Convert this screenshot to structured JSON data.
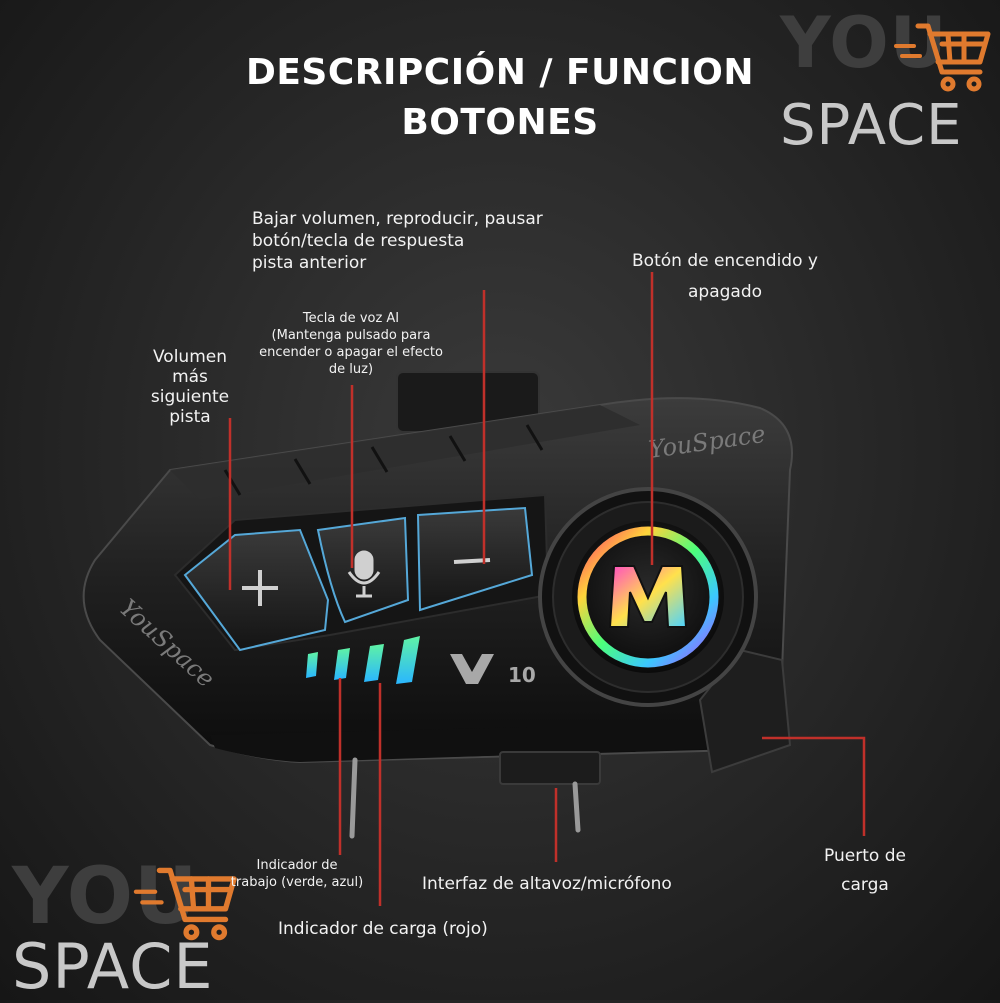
{
  "title": {
    "line1": "DESCRIPCIÓN / FUNCION",
    "line2": "BOTONES"
  },
  "brand": {
    "you": "YOU",
    "space": "SPACE",
    "device_signature": "YouSpace",
    "model_number": "10",
    "accent_color": "#e07a2e",
    "pointer_color": "#c0302a"
  },
  "callouts": {
    "volume_down": [
      "Bajar volumen, reproducir, pausar",
      "botón/tecla de respuesta",
      "pista anterior"
    ],
    "power": [
      "Botón de encendido y",
      "apagado"
    ],
    "voice_ai": [
      "Tecla de voz AI",
      "(Mantenga pulsado para",
      "encender o apagar el efecto",
      "de luz)"
    ],
    "volume_up": [
      "Volumen",
      "más",
      "siguiente",
      "pista"
    ],
    "charging_port": [
      "Puerto de",
      "carga"
    ],
    "work_indicator": [
      "Indicador de",
      "trabajo (verde, azul)"
    ],
    "speaker_mic": "Interfaz de altavoz/micrófono",
    "charge_indicator": "Indicador de carga (rojo)"
  },
  "icons": {
    "plus_button": "plus-icon",
    "mic_button": "microphone-icon",
    "minus_button": "minus-icon",
    "power_button": "m-logo-icon",
    "cart": "shopping-cart-icon"
  }
}
